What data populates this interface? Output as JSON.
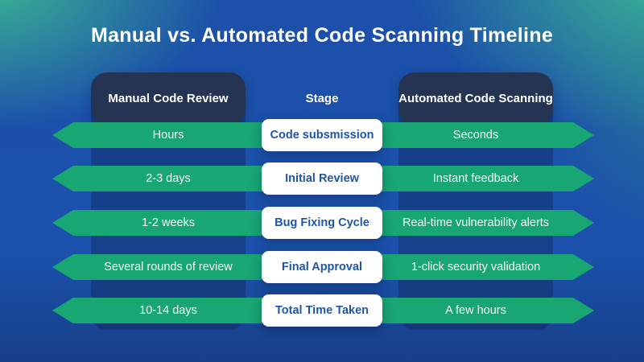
{
  "title": "Manual vs. Automated Code Scanning Timeline",
  "table": {
    "headers": {
      "manual": "Manual Code Review",
      "stage": "Stage",
      "automated": "Automated Code Scanning"
    },
    "rows": [
      {
        "stage": "Code subsmission",
        "manual": "Hours",
        "automated": "Seconds"
      },
      {
        "stage": "Initial Review",
        "manual": "2-3 days",
        "automated": "Instant feedback"
      },
      {
        "stage": "Bug Fixing Cycle",
        "manual": "1-2 weeks",
        "automated": "Real-time vulnerability alerts"
      },
      {
        "stage": "Final Approval",
        "manual": "Several rounds of review",
        "automated": "1-click security validation"
      },
      {
        "stage": "Total Time Taken",
        "manual": "10-14 days",
        "automated": "A few hours"
      }
    ]
  },
  "colors": {
    "background_blue": "#1B51AC",
    "corner_glow_green": "#3EBE91",
    "header_navy": "#253452",
    "band_green": "#18A673",
    "stage_text_blue": "#1D56A7",
    "text_white": "#FFFFFF"
  }
}
